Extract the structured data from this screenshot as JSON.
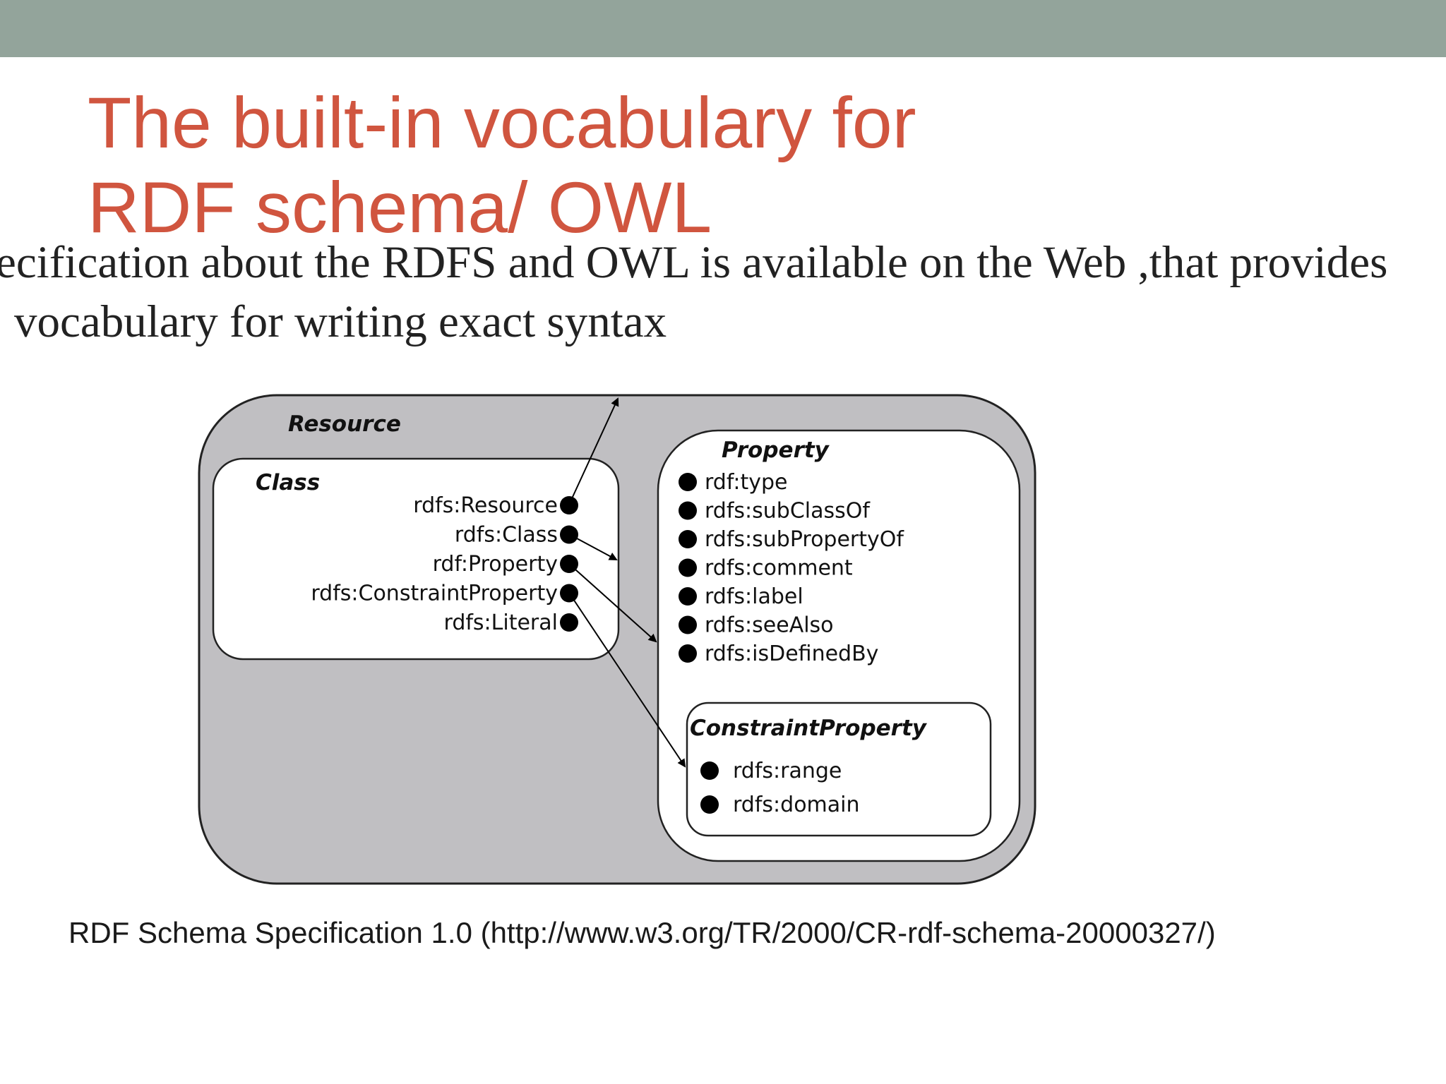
{
  "slide": {
    "title_line_1": "The built-in vocabulary for",
    "title_line_2": "RDF schema/ OWL",
    "body_line_1": "ecification about the RDFS and OWL is available on the Web ,that provides",
    "body_line_2": "vocabulary for writing exact syntax",
    "caption": "RDF Schema Specification 1.0 (http://www.w3.org/TR/2000/CR-rdf-schema-20000327/)"
  },
  "colors": {
    "top_bar": "#93a49b",
    "title": "#d0553f",
    "diagram_fill": "#c0bfc2"
  },
  "diagram": {
    "resource_label": "Resource",
    "class_box": {
      "label": "Class",
      "items": [
        "rdfs:Resource",
        "rdfs:Class",
        "rdf:Property",
        "rdfs:ConstraintProperty",
        "rdfs:Literal"
      ]
    },
    "property_box": {
      "label": "Property",
      "items": [
        "rdf:type",
        "rdfs:subClassOf",
        "rdfs:subPropertyOf",
        "rdfs:comment",
        "rdfs:label",
        "rdfs:seeAlso",
        "rdfs:isDefinedBy"
      ]
    },
    "constraint_box": {
      "label": "ConstraintProperty",
      "items": [
        "rdfs:range",
        "rdfs:domain"
      ]
    }
  }
}
